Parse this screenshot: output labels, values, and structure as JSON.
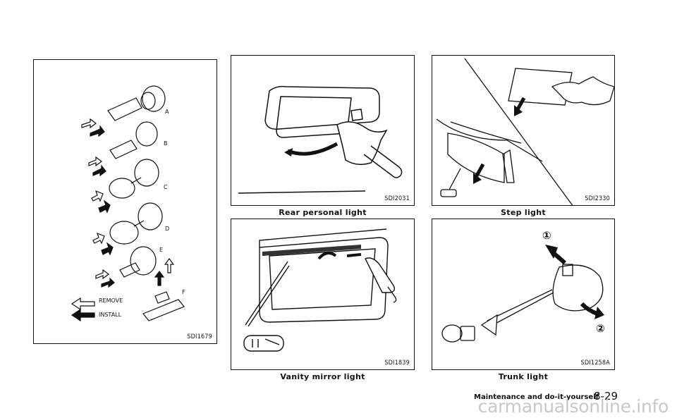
{
  "panels": {
    "bulbs": {
      "code": "SDI1679",
      "letters": [
        "A",
        "B",
        "C",
        "D",
        "E",
        "F"
      ],
      "legend": {
        "remove": "REMOVE",
        "install": "INSTALL"
      }
    },
    "rear_personal": {
      "code": "SDI2031",
      "caption": "Rear personal light"
    },
    "step": {
      "code": "SDI2330",
      "caption": "Step light"
    },
    "vanity": {
      "code": "SDI1839",
      "caption": "Vanity mirror light"
    },
    "trunk": {
      "code": "SDI1258A",
      "caption": "Trunk light",
      "callouts": [
        "①",
        "②"
      ]
    }
  },
  "footer": {
    "section": "Maintenance and do-it-yourself",
    "page": "8-29"
  },
  "watermark": "carmanualsonline.info"
}
